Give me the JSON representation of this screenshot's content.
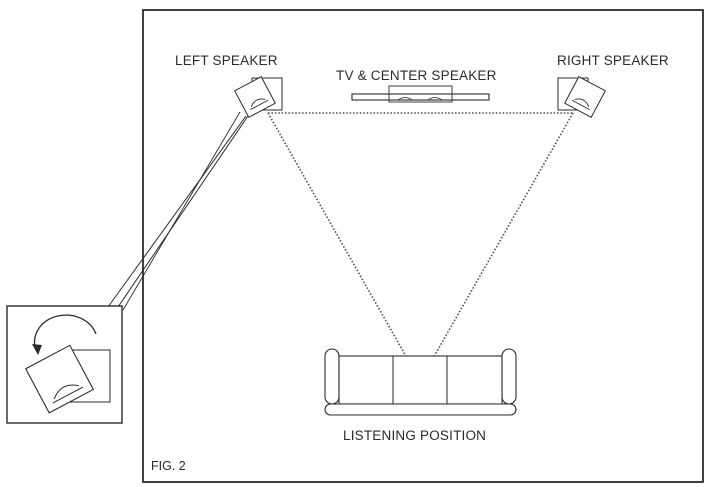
{
  "labels": {
    "left_speaker": "LEFT SPEAKER",
    "center_speaker": "TV & CENTER SPEAKER",
    "right_speaker": "RIGHT SPEAKER",
    "listening_position": "LISTENING POSITION",
    "figure": "FIG. 2"
  },
  "icons": {
    "rotation": "rotation-arrow-icon",
    "speaker": "speaker-icon"
  },
  "colors": {
    "ink": "#2b2b2b",
    "background": "#ffffff"
  }
}
